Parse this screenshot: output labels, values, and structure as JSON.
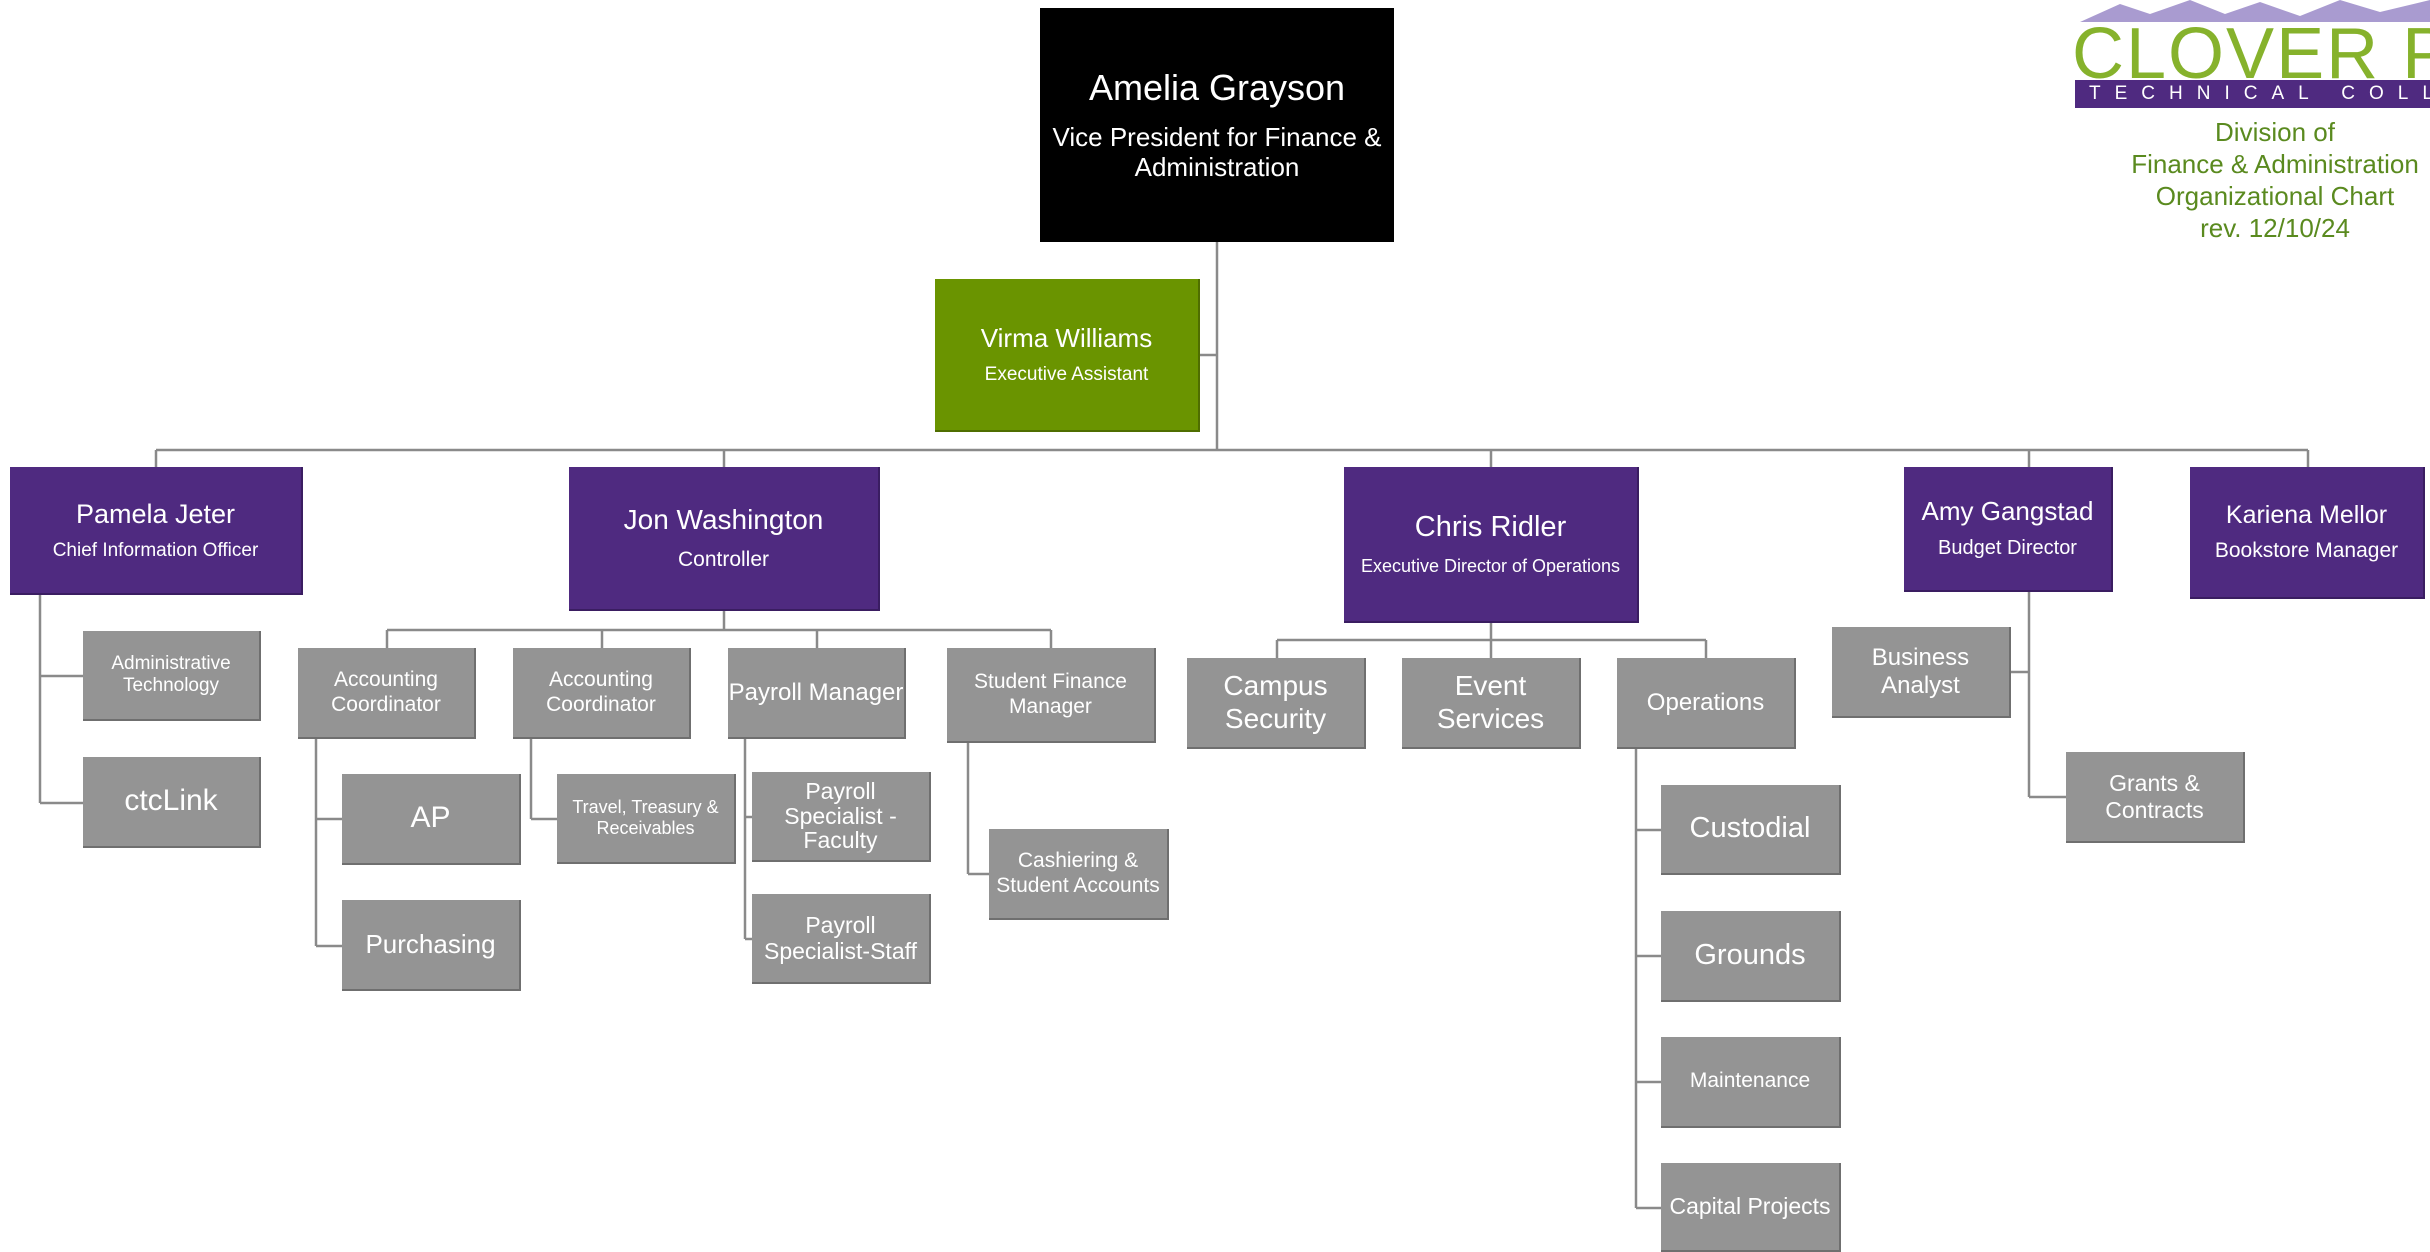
{
  "logo": {
    "name": "CLOVER PARK",
    "tagline": "TECHNICAL COLLEGE",
    "mountain_color": "#a99bd0"
  },
  "caption": {
    "line1": "Division of",
    "line2": "Finance & Administration",
    "line3": "Organizational Chart",
    "line4": "rev. 12/10/24"
  },
  "colors": {
    "executive": "#000000",
    "assistant": "#6a9400",
    "director": "#4f2a80",
    "unit": "#949494",
    "caption": "#5a8a1f",
    "connector": "#8a8a8a"
  },
  "people": {
    "vp": {
      "name": "Amelia Grayson",
      "title_line1": "Vice President for Finance &",
      "title_line2": "Administration"
    },
    "assistant": {
      "name": "Virma Williams",
      "title": "Executive Assistant"
    },
    "cio": {
      "name": "Pamela Jeter",
      "title": "Chief Information Officer"
    },
    "controller": {
      "name": "Jon Washington",
      "title": "Controller"
    },
    "operations": {
      "name": "Chris Ridler",
      "title": "Executive Director of Operations"
    },
    "budget": {
      "name": "Amy Gangstad",
      "title": "Budget Director"
    },
    "bookstore": {
      "name": "Kariena Mellor",
      "title": "Bookstore Manager"
    }
  },
  "units": {
    "admin_tech": [
      "Administrative",
      "Technology"
    ],
    "ctclink": [
      "ctcLink"
    ],
    "acct_coord_1": [
      "Accounting",
      "Coordinator"
    ],
    "acct_coord_2": [
      "Accounting",
      "Coordinator"
    ],
    "payroll_manager": [
      "Payroll Manager"
    ],
    "student_finance_manager": [
      "Student Finance",
      "Manager"
    ],
    "ap": [
      "AP"
    ],
    "purchasing": [
      "Purchasing"
    ],
    "travel_treasury": [
      "Travel, Treasury &",
      "Receivables"
    ],
    "payroll_faculty": [
      "Payroll",
      "Specialist -",
      "Faculty"
    ],
    "payroll_staff": [
      "Payroll",
      "Specialist-Staff"
    ],
    "cashiering": [
      "Cashiering &",
      "Student Accounts"
    ],
    "campus_security": [
      "Campus",
      "Security"
    ],
    "event_services": [
      "Event",
      "Services"
    ],
    "operations_unit": [
      "Operations"
    ],
    "custodial": [
      "Custodial"
    ],
    "grounds": [
      "Grounds"
    ],
    "maintenance": [
      "Maintenance"
    ],
    "capital_projects": [
      "Capital Projects"
    ],
    "business_analyst": [
      "Business",
      "Analyst"
    ],
    "grants_contracts": [
      "Grants &",
      "Contracts"
    ]
  }
}
